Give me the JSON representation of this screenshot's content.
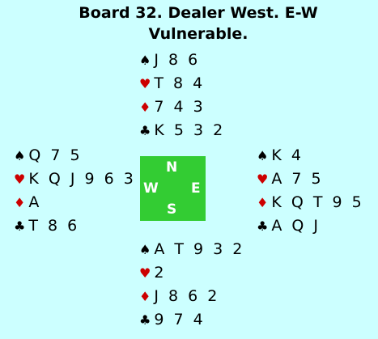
{
  "title": {
    "line1": "Board 32. Dealer West. E-W",
    "line2": "Vulnerable."
  },
  "hands": {
    "north": {
      "spades": "J 8 6",
      "hearts": "T 8 4",
      "diamonds": "7 4 3",
      "clubs": "K 5 3 2"
    },
    "west": {
      "spades": "Q 7 5",
      "hearts": "K Q J 9 6 3",
      "diamonds": "A",
      "clubs": "T 8 6"
    },
    "east": {
      "spades": "K 4",
      "hearts": "A 7 5",
      "diamonds": "K Q T 9 5",
      "clubs": "A Q J"
    },
    "south": {
      "spades": "A T 9 3 2",
      "hearts": "2",
      "diamonds": "J 8 6 2",
      "clubs": "9 7 4"
    }
  },
  "compass": {
    "n": "N",
    "s": "S",
    "w": "W",
    "e": "E"
  },
  "colors": {
    "background": "#ccffff",
    "compass": "#33cc33",
    "red_suit": "#cc0000"
  },
  "icons": {
    "spade": "spade-icon",
    "heart": "heart-icon",
    "diamond": "diamond-icon",
    "club": "club-icon"
  }
}
